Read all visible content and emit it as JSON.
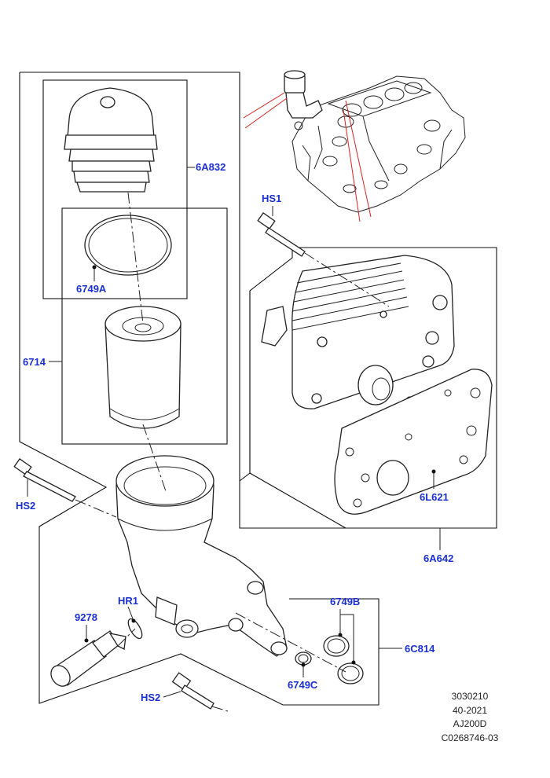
{
  "labels": {
    "cap": "6A832",
    "o_ring": "6749A",
    "filter": "6714",
    "bolt_hs1": "HS1",
    "bolt_hs2_top": "HS2",
    "bolt_hs2_bottom": "HS2",
    "cooler_gasket": "6L621",
    "cooler_assy": "6A642",
    "seal_b": "6749B",
    "housing_assy": "6C814",
    "sensor": "9278",
    "sensor_seal": "HR1",
    "seal_c": "6749C"
  },
  "reference": {
    "line1": "3030210",
    "line2": "40-2021",
    "line3": "AJ200D",
    "line4": "C0268746-03"
  }
}
